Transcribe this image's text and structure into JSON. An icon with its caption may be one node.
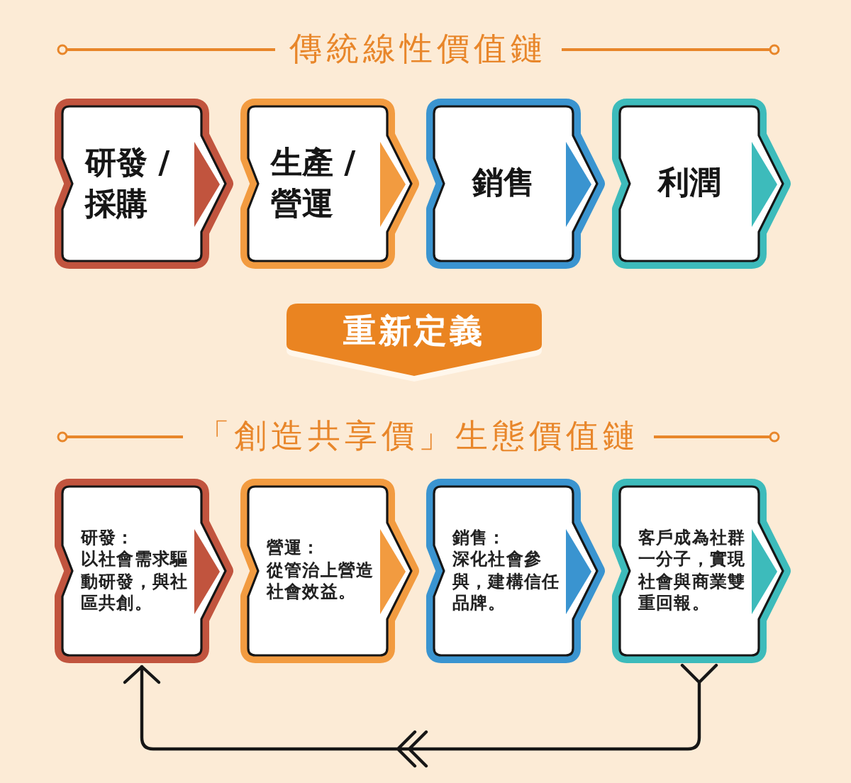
{
  "diagram": {
    "nodes": [
      {
        "text": [
          "研發 /採購"
        ]
      },
      {
        "text": [
          "生產 /營運"
        ]
      },
      {
        "text": [
          "銷售"
        ]
      },
      {
        "text": [
          "利潤"
        ]
      },
      {
        "text": [
          "重新定義"
        ]
      },
      {
        "text": [
          "研發：",
          "以社會需求驅動研發，與社區共創。"
        ]
      },
      {
        "text": [
          "營運：",
          "從管治上營造社會效益。"
        ]
      },
      {
        "text": [
          "銷售：",
          "深化社會參與，建構信任品牌。"
        ]
      },
      {
        "text": [
          "客戶成為社群一分子，實現社會與商業雙重回報。"
        ]
      }
    ],
    "edges": [
      {
        "from": 8,
        "to": 5,
        "arrow": "to"
      }
    ],
    "labels": [
      "傳統線性價值鏈",
      "「創造共享價」生態價值鏈"
    ]
  }
}
